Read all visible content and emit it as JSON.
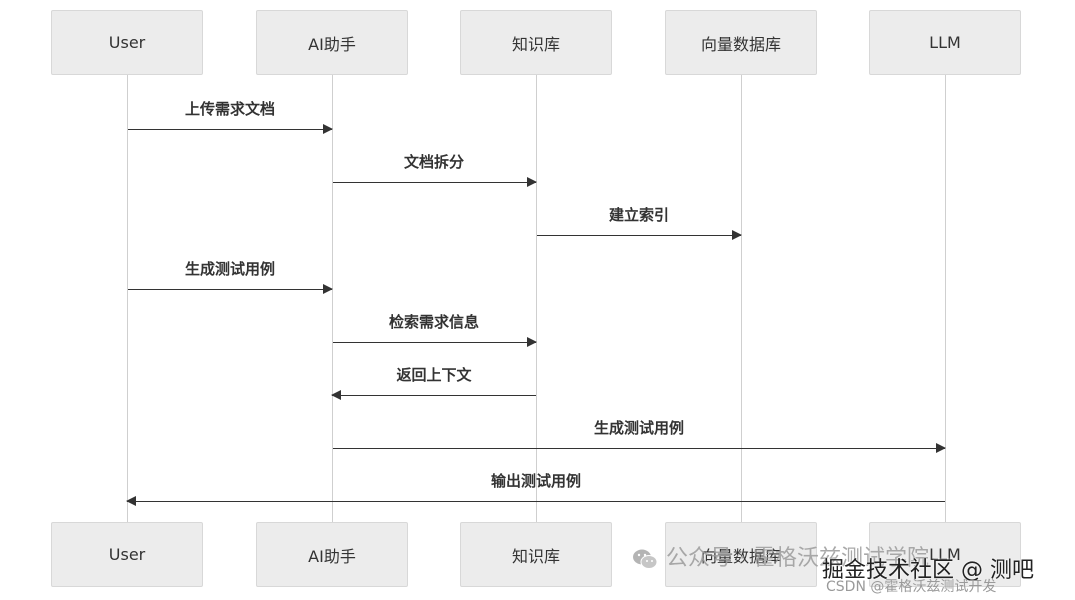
{
  "participants": [
    "User",
    "AI助手",
    "知识库",
    "向量数据库",
    "LLM"
  ],
  "messages": [
    {
      "from": 0,
      "to": 1,
      "label": "上传需求文档"
    },
    {
      "from": 1,
      "to": 2,
      "label": "文档拆分"
    },
    {
      "from": 2,
      "to": 3,
      "label": "建立索引"
    },
    {
      "from": 0,
      "to": 1,
      "label": "生成测试用例"
    },
    {
      "from": 1,
      "to": 2,
      "label": "检索需求信息"
    },
    {
      "from": 2,
      "to": 1,
      "label": "返回上下文"
    },
    {
      "from": 1,
      "to": 4,
      "label": "生成测试用例"
    },
    {
      "from": 4,
      "to": 0,
      "label": "输出测试用例"
    }
  ],
  "watermarks": {
    "wechat": "公众号 · 霍格沃兹测试学院",
    "wechat_icon": "wechat-icon",
    "juejin": "掘金技术社区 @ 测吧",
    "csdn": "CSDN @霍格沃兹测试开发"
  },
  "colors": {
    "actor_fill": "#ececec",
    "actor_border": "#d8d8d8",
    "lifeline": "#cfcfcf",
    "arrow": "#333333"
  }
}
